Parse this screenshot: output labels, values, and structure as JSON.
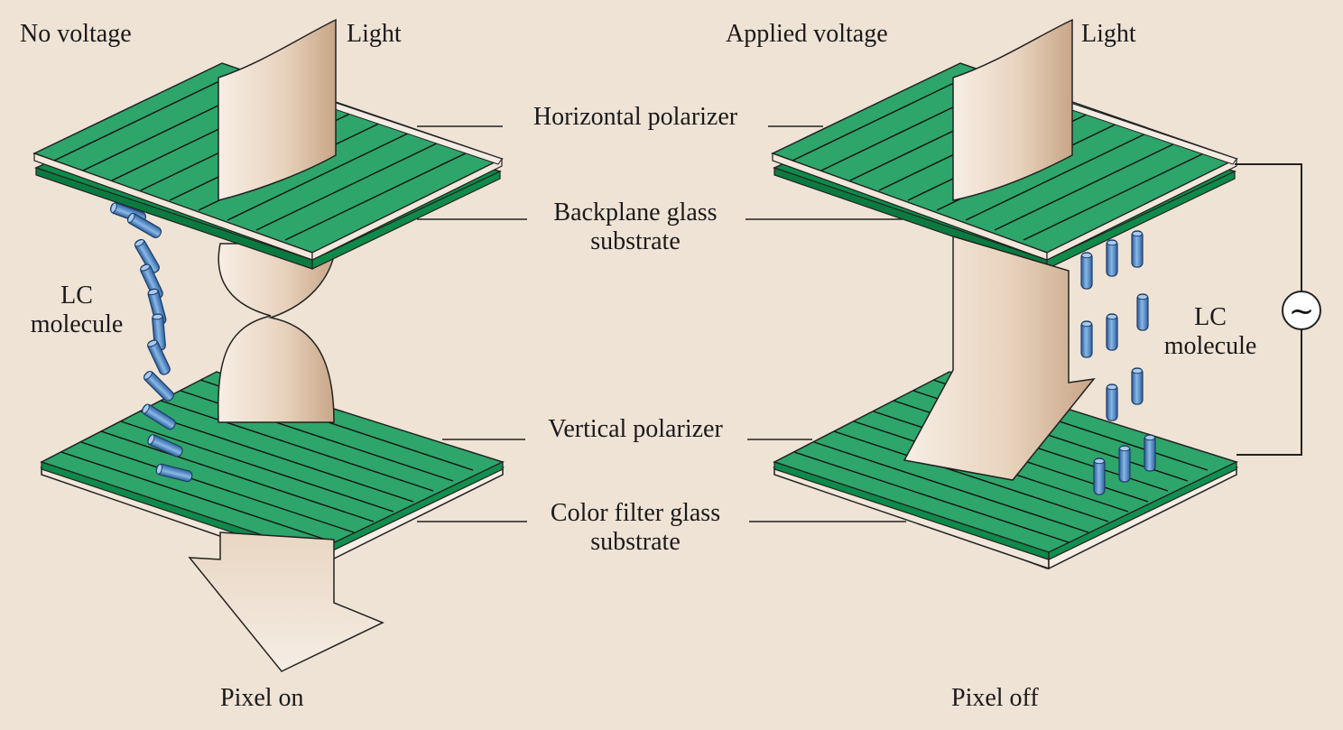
{
  "left_panel": {
    "state_label": "No voltage",
    "light_label": "Light",
    "lc_label_line1": "LC",
    "lc_label_line2": "molecule",
    "result_label": "Pixel on"
  },
  "right_panel": {
    "state_label": "Applied voltage",
    "light_label": "Light",
    "lc_label_line1": "LC",
    "lc_label_line2": "molecule",
    "result_label": "Pixel off"
  },
  "center_labels": {
    "horizontal_polarizer": "Horizontal polarizer",
    "backplane_line1": "Backplane glass",
    "backplane_line2": "substrate",
    "vertical_polarizer": "Vertical polarizer",
    "color_filter_line1": "Color filter glass",
    "color_filter_line2": "substrate"
  },
  "symbols": {
    "ac_source": "~"
  },
  "colors": {
    "background": "#efe3d5",
    "polarizer_green": "#2aa56a",
    "glass_green": "#0e8a4a",
    "light_beam": "#e4cdb6",
    "lc_molecule": "#4d88c8"
  }
}
